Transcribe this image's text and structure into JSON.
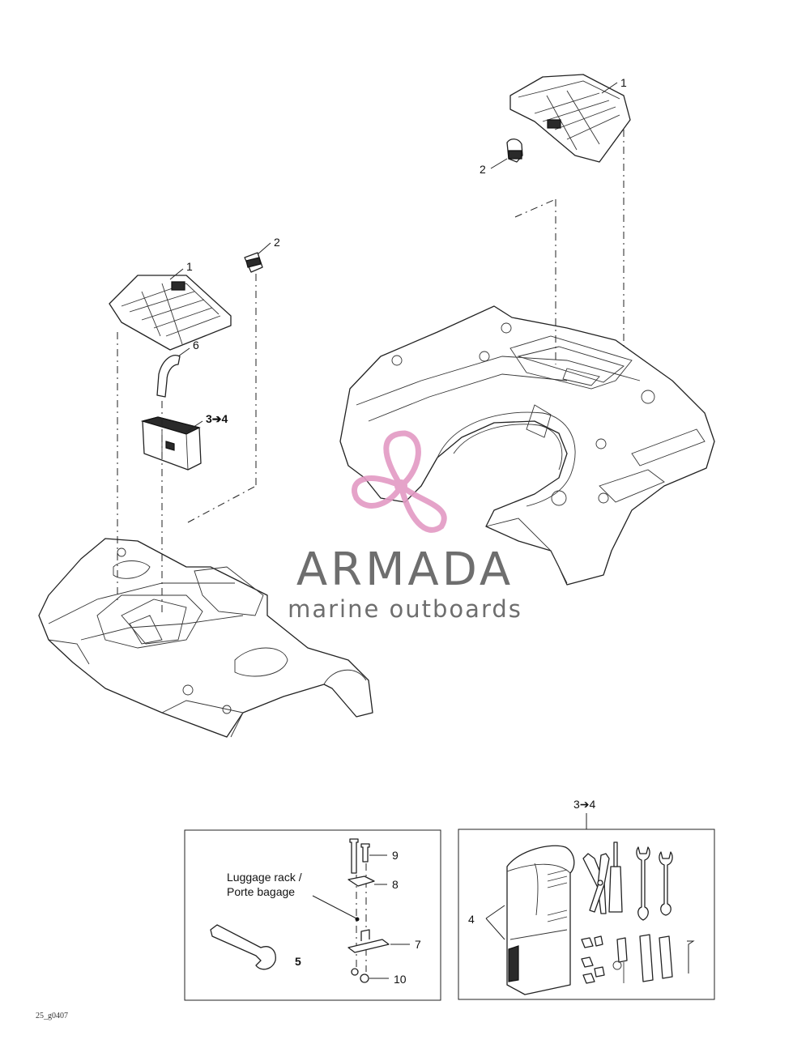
{
  "callouts": {
    "top_right_1": "1",
    "top_right_2": "2",
    "left_1": "1",
    "left_2": "2",
    "left_6": "6",
    "left_3_4": "3➔4",
    "kit_header": "3➔4",
    "rack_9": "9",
    "rack_8": "8",
    "rack_7": "7",
    "rack_10": "10",
    "rack_5": "5",
    "kit_4": "4"
  },
  "rack_box": {
    "label_line1": "Luggage rack /",
    "label_line2": "Porte bagage"
  },
  "watermark": {
    "brand": "ARMADA",
    "tagline": "marine outboards",
    "logo_icon": "propeller-logo-icon",
    "brand_color": "#6e6e6e",
    "logo_color": "#e39ac4"
  },
  "footer": {
    "drawing_code": "25_g0407"
  }
}
